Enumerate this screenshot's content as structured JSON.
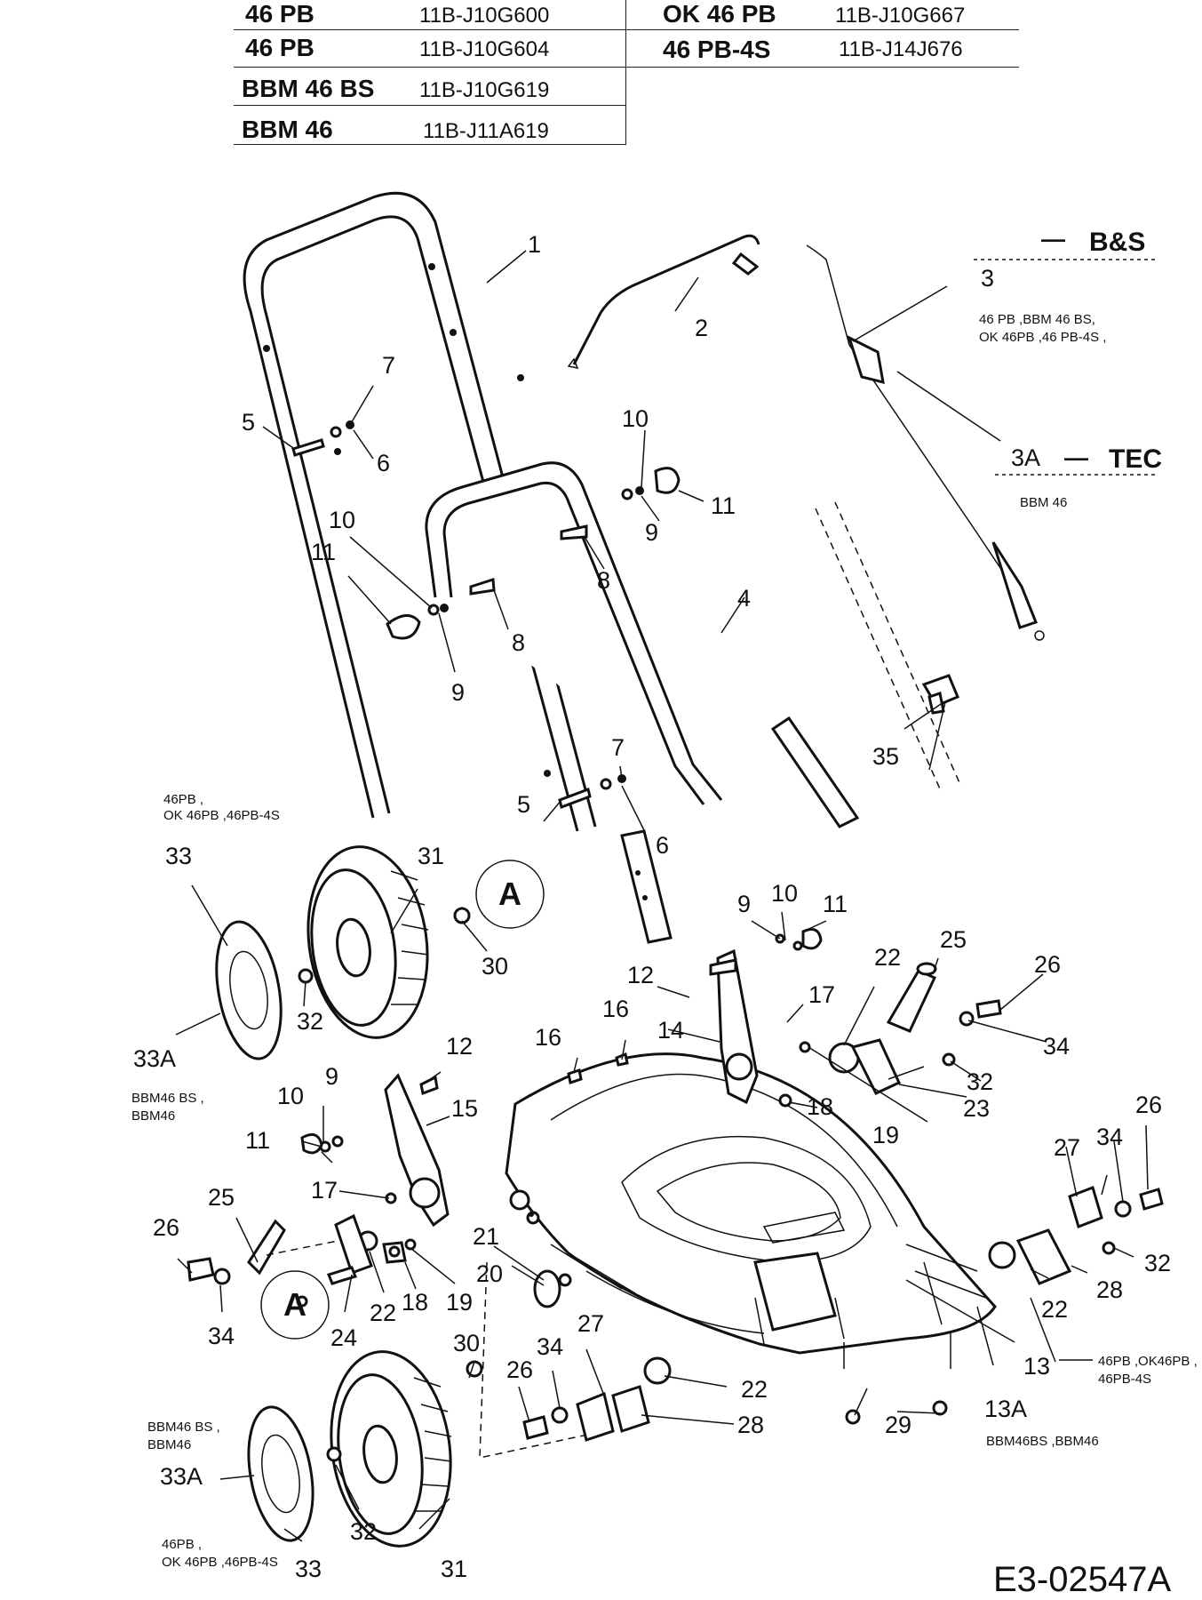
{
  "table": {
    "rows": [
      {
        "model": "46 PB",
        "code": "11B-J10G600",
        "model2": "OK 46 PB",
        "code2": "11B-J10G667"
      },
      {
        "model": "46 PB",
        "code": "11B-J10G604",
        "model2": "46 PB-4S",
        "code2": "11B-J14J676"
      },
      {
        "model": "BBM 46 BS",
        "code": "11B-J10G619"
      },
      {
        "model": "BBM 46",
        "code": "11B-J11A619"
      }
    ]
  },
  "diagram": {
    "notes": {
      "bs_label": "B&S",
      "bs_models": "46 PB ,BBM 46 BS,",
      "bs_models2": "OK 46PB ,46 PB-4S ,",
      "tec_label": "TEC",
      "tec_models": "BBM 46",
      "left_top_models": "46PB ,",
      "left_top_models2": "OK 46PB ,46PB-4S",
      "left_mid_models": "BBM46 BS ,",
      "left_mid_models2": "BBM46",
      "left_bot_models": "BBM46 BS ,",
      "left_bot_models2": "BBM46",
      "left_foot_models": "46PB ,",
      "left_foot_models2": "OK 46PB ,46PB-4S",
      "right_13_models": "46PB ,OK46PB ,",
      "right_13_models2": "46PB-4S",
      "right_13a_models": "BBM46BS ,BBM46"
    },
    "reference_circle": "A",
    "labels": {
      "p1": "1",
      "p2": "2",
      "p3": "3",
      "p3a": "3A",
      "p4": "4",
      "p5a": "5",
      "p5b": "5",
      "p6a": "6",
      "p6b": "6",
      "p7a": "7",
      "p7b": "7",
      "p8a": "8",
      "p8b": "8",
      "p9a": "9",
      "p9b": "9",
      "p9c": "9",
      "p9d": "9",
      "p10a": "10",
      "p10b": "10",
      "p10c": "10",
      "p10d": "10",
      "p11a": "11",
      "p11b": "11",
      "p11c": "11",
      "p11d": "11",
      "p12a": "12",
      "p12b": "12",
      "p13": "13",
      "p13a": "13A",
      "p14": "14",
      "p15": "15",
      "p16a": "16",
      "p16b": "16",
      "p17a": "17",
      "p17b": "17",
      "p18a": "18",
      "p18b": "18",
      "p19a": "19",
      "p19b": "19",
      "p20": "20",
      "p21": "21",
      "p22a": "22",
      "p22b": "22",
      "p22c": "22",
      "p22d": "22",
      "p23": "23",
      "p24": "24",
      "p25a": "25",
      "p25b": "25",
      "p26a": "26",
      "p26b": "26",
      "p26c": "26",
      "p26d": "26",
      "p27a": "27",
      "p27b": "27",
      "p28a": "28",
      "p28b": "28",
      "p29": "29",
      "p30a": "30",
      "p30b": "30",
      "p31a": "31",
      "p31b": "31",
      "p32a": "32",
      "p32b": "32",
      "p32c": "32",
      "p32d": "32",
      "p33a": "33",
      "p33b": "33",
      "p33Aa": "33A",
      "p33Ab": "33A",
      "p34a": "34",
      "p34b": "34",
      "p34c": "34",
      "p34d": "34",
      "p35": "35"
    },
    "drawing_number": "E3-02547A"
  }
}
